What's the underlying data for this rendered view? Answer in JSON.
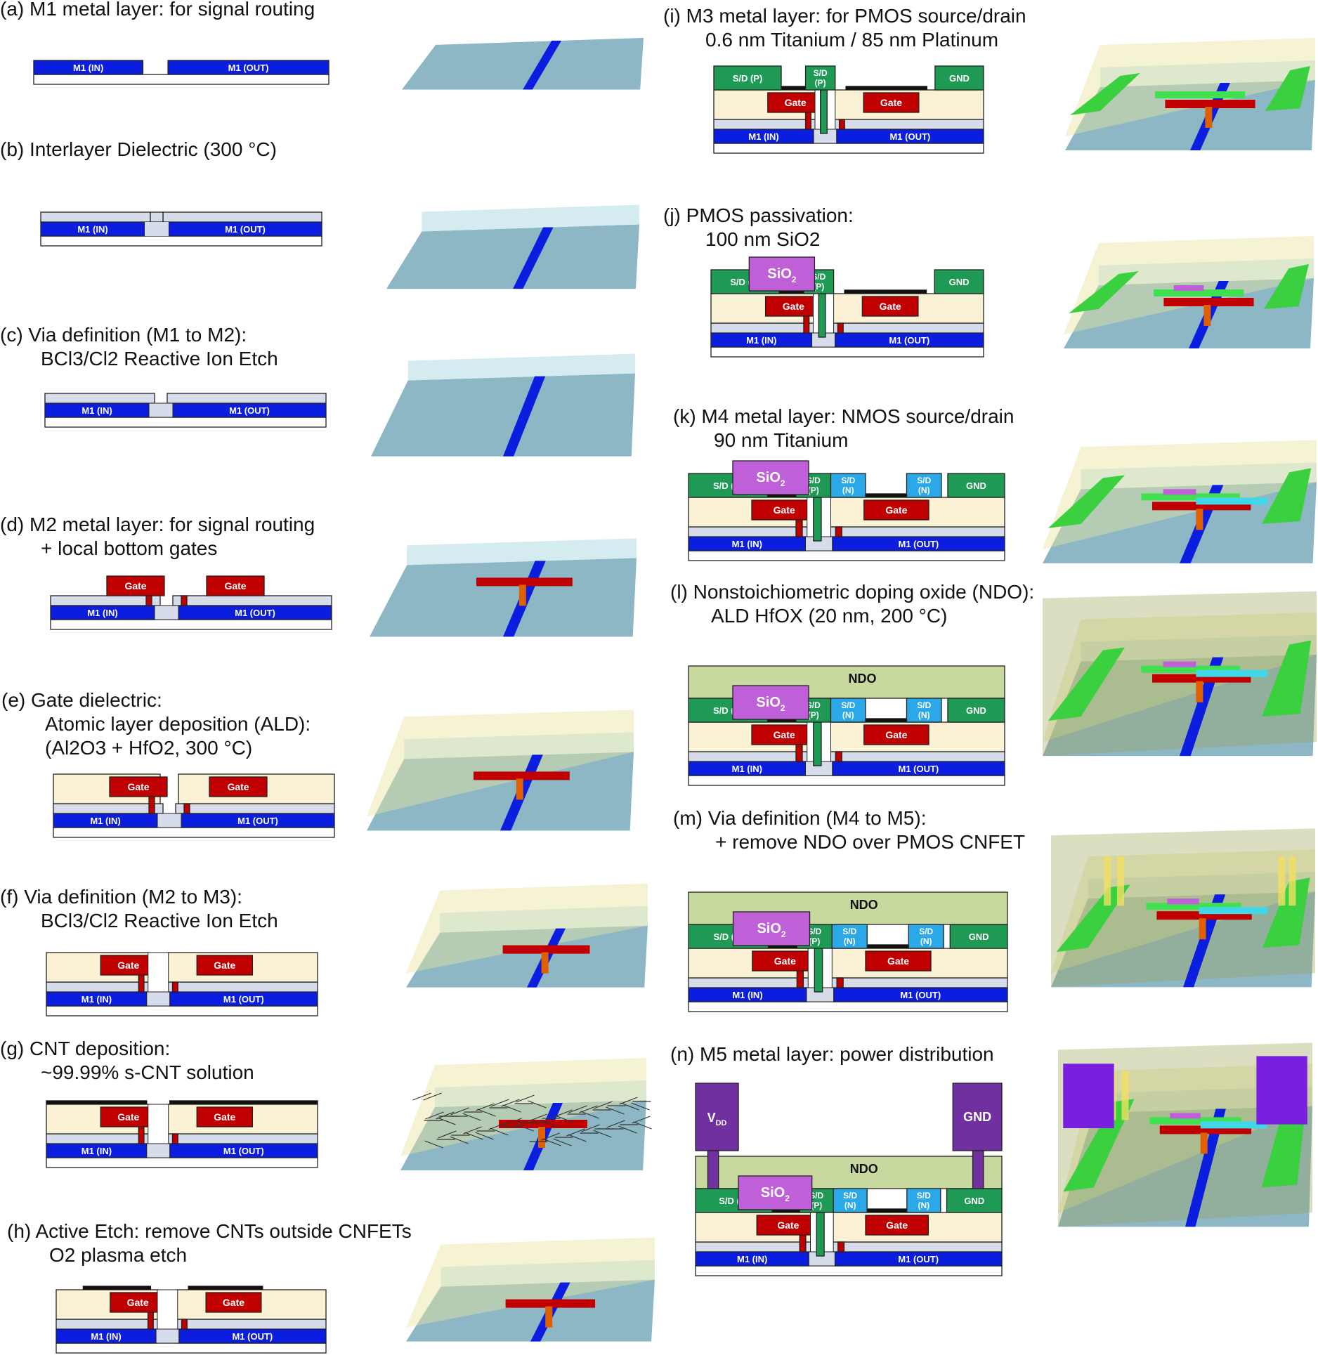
{
  "labels": {
    "m1_in": "M1 (IN)",
    "m1_out": "M1 (OUT)",
    "gate": "Gate",
    "sd_p": "S/D (P)",
    "sd_line1": "S/D",
    "sd_p_line2": "(P)",
    "sd_n_line2": "(N)",
    "gnd": "GND",
    "sio2_base": "SiO",
    "sio2_sub": "2",
    "ndo": "NDO",
    "vdd_base": "V",
    "vdd_sub": "DD"
  },
  "steps": [
    {
      "id": "a",
      "line1": "(a) M1 metal layer: for signal routing",
      "line2": ""
    },
    {
      "id": "b",
      "line1": "(b) Interlayer Dielectric (300 °C)",
      "line2": ""
    },
    {
      "id": "c",
      "line1": "(c) Via definition (M1 to M2):",
      "line2": "BCl3/Cl2 Reactive Ion Etch"
    },
    {
      "id": "d",
      "line1": "(d) M2 metal layer: for signal routing",
      "line2": "+ local bottom gates"
    },
    {
      "id": "e",
      "line1": "(e) Gate dielectric:",
      "line2": "Atomic layer deposition (ALD):",
      "line3": "(Al2O3 + HfO2, 300 °C)"
    },
    {
      "id": "f",
      "line1": "(f) Via definition (M2 to M3):",
      "line2": "BCl3/Cl2 Reactive Ion Etch"
    },
    {
      "id": "g",
      "line1": "(g) CNT deposition:",
      "line2": "~99.99% s-CNT solution"
    },
    {
      "id": "h",
      "line1": "(h) Active Etch: remove CNTs outside CNFETs",
      "line2": "O2 plasma etch"
    },
    {
      "id": "i",
      "line1": "(i) M3 metal layer: for PMOS source/drain",
      "line2": "0.6 nm Titanium / 85 nm Platinum"
    },
    {
      "id": "j",
      "line1": "(j) PMOS passivation:",
      "line2": "100 nm SiO2"
    },
    {
      "id": "k",
      "line1": "(k) M4 metal layer: NMOS source/drain",
      "line2": "90 nm Titanium"
    },
    {
      "id": "l",
      "line1": "(l) Nonstoichiometric doping oxide (NDO):",
      "line2": "ALD HfOX (20 nm, 200 °C)"
    },
    {
      "id": "m",
      "line1": "(m) Via definition (M4 to M5):",
      "line2": "+ remove NDO over PMOS CNFET"
    },
    {
      "id": "n",
      "line1": "(n) M5 metal layer: power distribution",
      "line2": ""
    }
  ],
  "colors": {
    "m1": "#0b1ee0",
    "gate": "#c00000",
    "oxide": "#fbf2d6",
    "ild": "#d6dcea",
    "sd_p": "#1e9a55",
    "sd_n": "#2aa8e8",
    "sio2": "#c060d8",
    "ndo": "#c8d9a0",
    "vdd": "#7030a0",
    "substrate": "#79aabb"
  }
}
